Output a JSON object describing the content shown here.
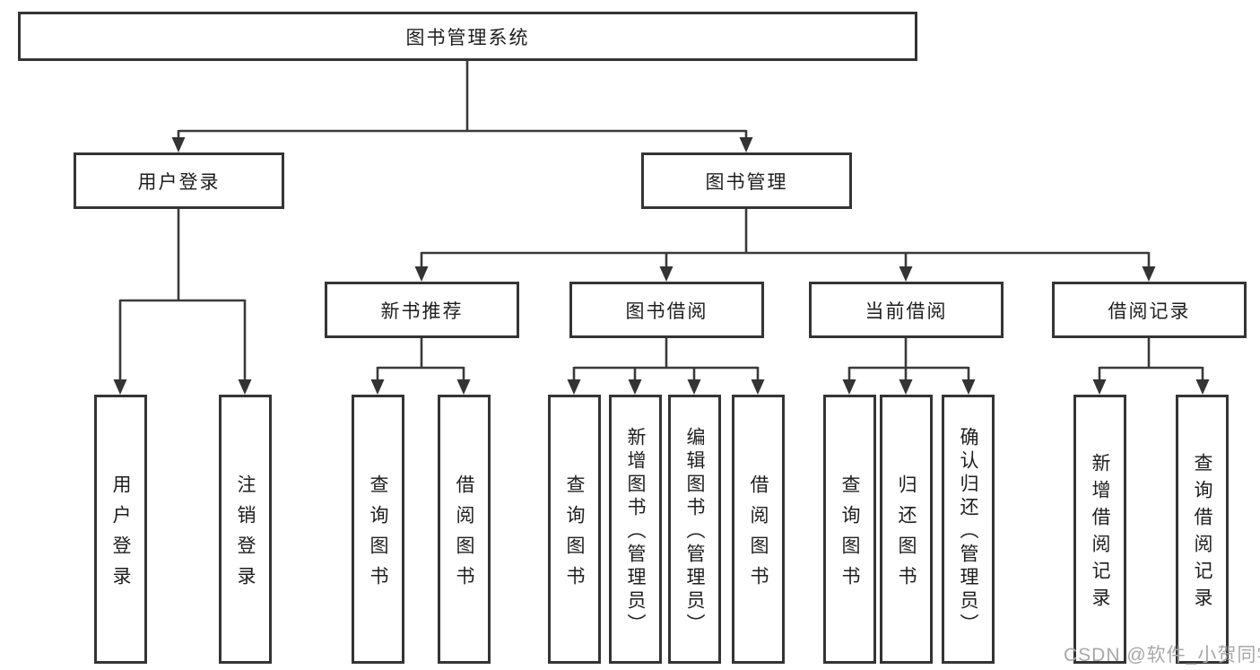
{
  "colors": {
    "line": "#3a3a3a",
    "border": "#343434",
    "text": "#1e1e1e",
    "background": "#ffffff",
    "watermark": "#a8a8a8"
  },
  "root": {
    "label": "图书管理系统"
  },
  "level2": [
    {
      "id": "user-login",
      "label": "用户登录"
    },
    {
      "id": "book-management",
      "label": "图书管理"
    }
  ],
  "level3": [
    {
      "id": "new-book-recommend",
      "label": "新书推荐"
    },
    {
      "id": "book-borrow",
      "label": "图书借阅"
    },
    {
      "id": "current-borrow",
      "label": "当前借阅"
    },
    {
      "id": "borrow-records",
      "label": "借阅记录"
    }
  ],
  "leaves": [
    {
      "label": "用户登录"
    },
    {
      "label": "注销登录"
    },
    {
      "label": "查询图书"
    },
    {
      "label": "借阅图书"
    },
    {
      "label": "查询图书"
    },
    {
      "label": "新增图书（管理员）"
    },
    {
      "label": "编辑图书（管理员）"
    },
    {
      "label": "借阅图书"
    },
    {
      "label": "查询图书"
    },
    {
      "label": "归还图书"
    },
    {
      "label": "确认归还（管理员）"
    },
    {
      "label": "新增借阅记录"
    },
    {
      "label": "查询借阅记录"
    }
  ],
  "watermark": {
    "text": "CSDN @软件_小贺同学"
  }
}
